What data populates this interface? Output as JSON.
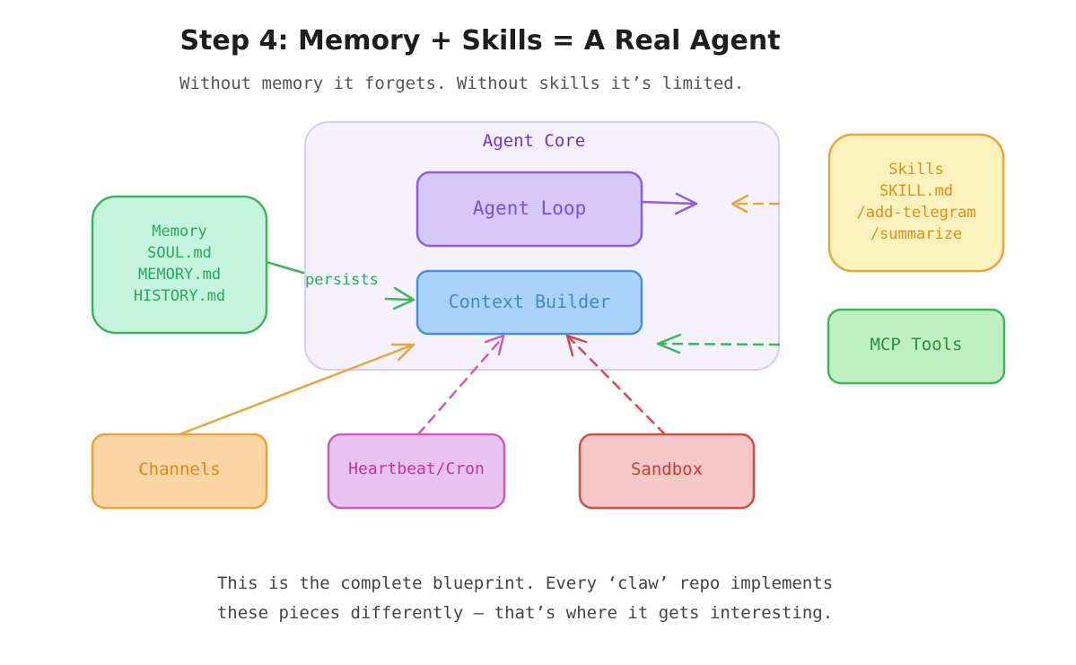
{
  "title": "Step 4: Memory + Skills = A Real Agent",
  "subtitle": "Without memory it forgets. Without skills it’s limited.",
  "agent_core": {
    "title": "Agent Core",
    "agent_loop": "Agent Loop",
    "context_builder": "Context Builder"
  },
  "memory": {
    "lines": [
      "Memory",
      "SOUL.md",
      "MEMORY.md",
      "HISTORY.md"
    ]
  },
  "skills": {
    "lines": [
      "Skills",
      "SKILL.md",
      "/add-telegram",
      "/summarize"
    ]
  },
  "mcp_tools": "MCP Tools",
  "channels": "Channels",
  "heartbeat": "Heartbeat/Cron",
  "sandbox": "Sandbox",
  "edge_labels": {
    "persists": "persists"
  },
  "footer": [
    "This is the complete blueprint. Every ‘claw’ repo implements",
    "these pieces differently — that’s where it gets interesting."
  ],
  "colors": {
    "core_fill": "#f6f2fd",
    "core_stroke": "#d9cdf2",
    "loop_fill": "#d6c9f7",
    "loop_stroke": "#8d5fe0",
    "ctx_fill": "#a9d3fb",
    "ctx_stroke": "#4a90d9",
    "memory_fill": "#c6f5df",
    "memory_stroke": "#40b45d",
    "skills_fill": "#fdf1bd",
    "skills_stroke": "#e6a63a",
    "mcp_fill": "#bff0c2",
    "mcp_stroke": "#40b45d",
    "channels_fill": "#fbd5a3",
    "channels_stroke": "#e6a63a",
    "heartbeat_fill": "#e8c2f1",
    "heartbeat_stroke": "#d15bb0",
    "sandbox_fill": "#f6c9c9",
    "sandbox_stroke": "#d84a4a"
  }
}
